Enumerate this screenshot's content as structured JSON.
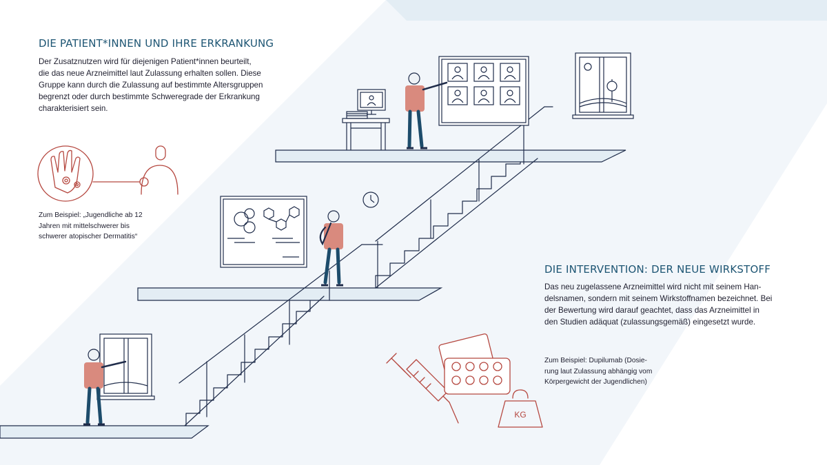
{
  "section_patients": {
    "title": "DIE PATIENT*INNEN UND IHRE ERKRANKUNG",
    "body_lines": [
      "Der Zusatznutzen wird für diejenigen Patient*innen beurteilt,",
      "die das neue Arzneimittel laut Zulassung erhalten sollen. Diese",
      "Gruppe kann durch die Zulassung auf bestimmte Altersgruppen",
      "begrenzt oder durch bestimmte Schweregrade der Erkrankung",
      "charakterisiert sein."
    ],
    "example_lines": [
      "Zum Beispiel: „Jugendliche ab 12",
      "Jahren mit mittelschwerer bis",
      "schwerer atopischer Dermatitis“"
    ]
  },
  "section_intervention": {
    "title": "DIE INTERVENTION: DER NEUE WIRKSTOFF",
    "body_lines": [
      "Das neu zugelassene Arzneimittel wird nicht mit seinem Han-",
      "delsnamen, sondern mit seinem Wirkstoffnamen bezeichnet. Bei",
      "der Bewertung wird darauf geachtet, dass das Arzneimittel in",
      "den Studien adäquat (zulassungsgemäß) eingesetzt wurde."
    ],
    "example_lines": [
      "Zum Beispiel: Dupilumab (Dosie-",
      "rung laut Zulassung abhängig vom",
      "Körpergewicht der Jugendlichen)"
    ]
  },
  "weight_label": "KG",
  "colors": {
    "heading": "#1d5573",
    "body_text": "#1e1e2e",
    "line_art": "#1f2c4a",
    "accent": "#b5473f",
    "figure_shirt": "#d98a7e",
    "figure_pants": "#1d4c6b",
    "floor_fill": "#e3edf4",
    "band_fill": "#f2f6fa"
  },
  "icons": [
    "eczema-hand-icon",
    "patient-person-icon",
    "wall-clock-icon",
    "syringe-icon",
    "blister-pack-icon",
    "kg-weight-icon"
  ]
}
